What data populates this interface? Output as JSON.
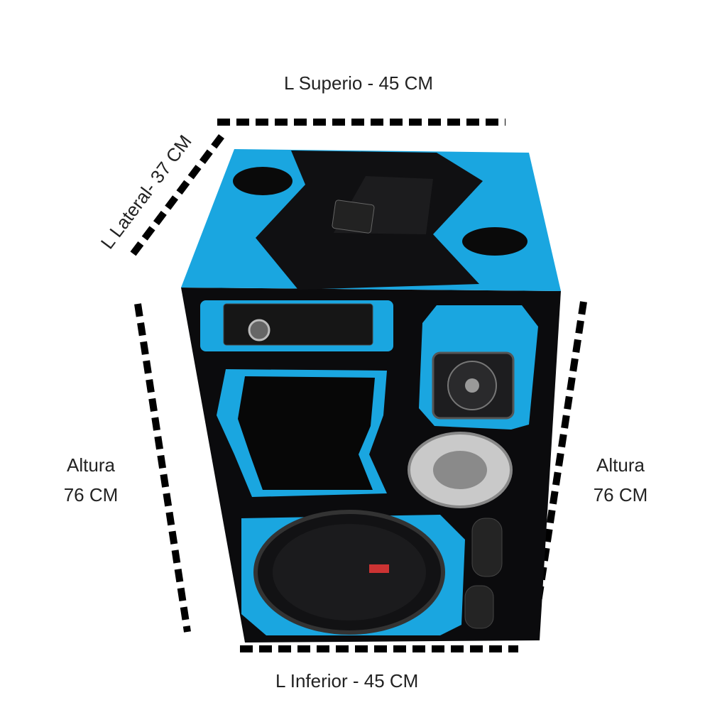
{
  "labels": {
    "top": "L Superio - 45 CM",
    "lateral": "L Lateral- 37 CM",
    "height_left": {
      "line1": "Altura",
      "line2": "76 CM"
    },
    "height_right": {
      "line1": "Altura",
      "line2": "76 CM"
    },
    "bottom": "L Inferior - 45 CM"
  },
  "colors": {
    "accent_blue": "#1aa6e0",
    "cabinet_black": "#0b0b0d",
    "dimension_line": "#000000"
  }
}
